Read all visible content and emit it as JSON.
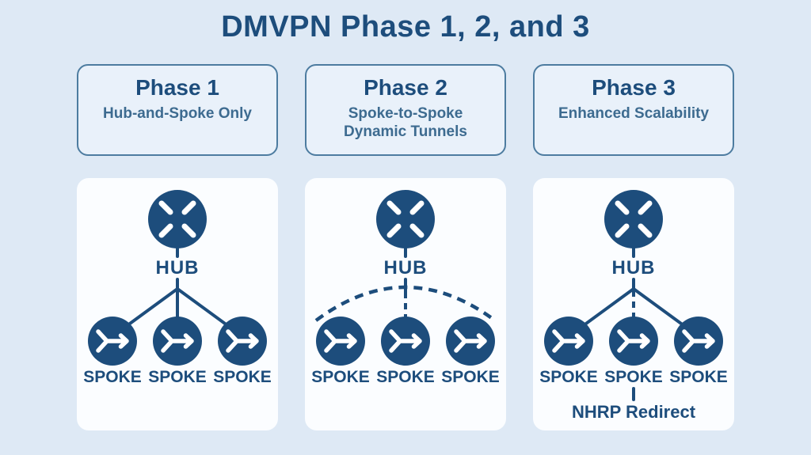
{
  "title": "DMVPN Phase 1, 2, and 3",
  "colors": {
    "navy": "#1d4d7c",
    "page_background": "#dee9f5",
    "header_box_background": "#e9f1fa",
    "header_box_border": "#4d7ca0",
    "subtitle_text": "#3d6b90",
    "panel_background": "#fbfdff",
    "node_fill": "#1d4d7c",
    "node_icon_stroke": "#ffffff"
  },
  "phases": [
    {
      "name": "Phase 1",
      "subtitle": "Hub-and-Spoke Only",
      "hub_label": "HUB",
      "spoke_labels": [
        "SPOKE",
        "SPOKE",
        "SPOKE"
      ],
      "link_style": "solid hub-to-spoke lines"
    },
    {
      "name": "Phase 2",
      "subtitle": "Spoke-to-Spoke Dynamic Tunnels",
      "hub_label": "HUB",
      "spoke_labels": [
        "SPOKE",
        "SPOKE",
        "SPOKE"
      ],
      "link_style": "dashed hub line and dashed spoke-to-spoke tunnel arc"
    },
    {
      "name": "Phase 3",
      "subtitle": "Enhanced Scalability",
      "hub_label": "HUB",
      "spoke_labels": [
        "SPOKE",
        "SPOKE",
        "SPOKE"
      ],
      "annotation": "NHRP Redirect",
      "link_style": "solid outer links with dashed center link"
    }
  ]
}
